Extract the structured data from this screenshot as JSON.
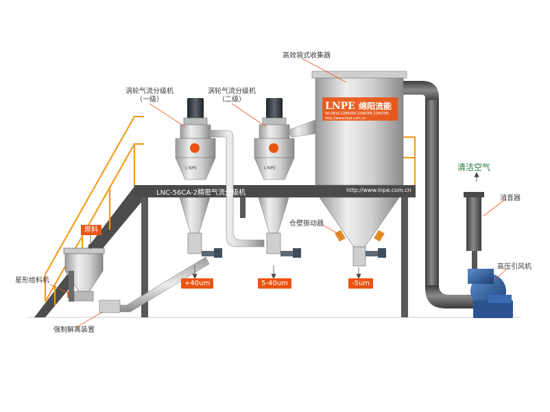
{
  "colors": {
    "orange": "#ea5413",
    "rail": "#f39c1e",
    "steel_dark": "#4b4b4b",
    "steel_light": "#d7d7d7",
    "motor": "#3a3f44",
    "fan_blue": "#2a5a9a",
    "clean_air": "#1f7a3a"
  },
  "labels": {
    "collector": "高效袋式收集器",
    "classifier1_line1": "涡轮气流分级机",
    "classifier1_line2": "（一级）",
    "classifier2_line1": "涡轮气流分级机",
    "classifier2_line2": "（二级）",
    "model": "LNC-56CA-2精密气流分级机",
    "website": "http://www.lnpe.com.cn",
    "raw_material": "原料",
    "star_feeder": "星形给料机",
    "forced_deagglomerator": "强制解离装置",
    "bin_vibrator": "仓壁振动器",
    "clean_air": "清洁空气",
    "silencer": "消音器",
    "fan": "高压引风机"
  },
  "outputs": [
    "+40um",
    "5-40um",
    "-5um"
  ],
  "brand": {
    "logo_text": "LNPE",
    "cn_name": "绵阳流能",
    "contact": "Tel:0816-2286098 2298286 2280786",
    "url_small": "http://www.lnpe.com.cn",
    "small_logo": "L'NPE"
  }
}
